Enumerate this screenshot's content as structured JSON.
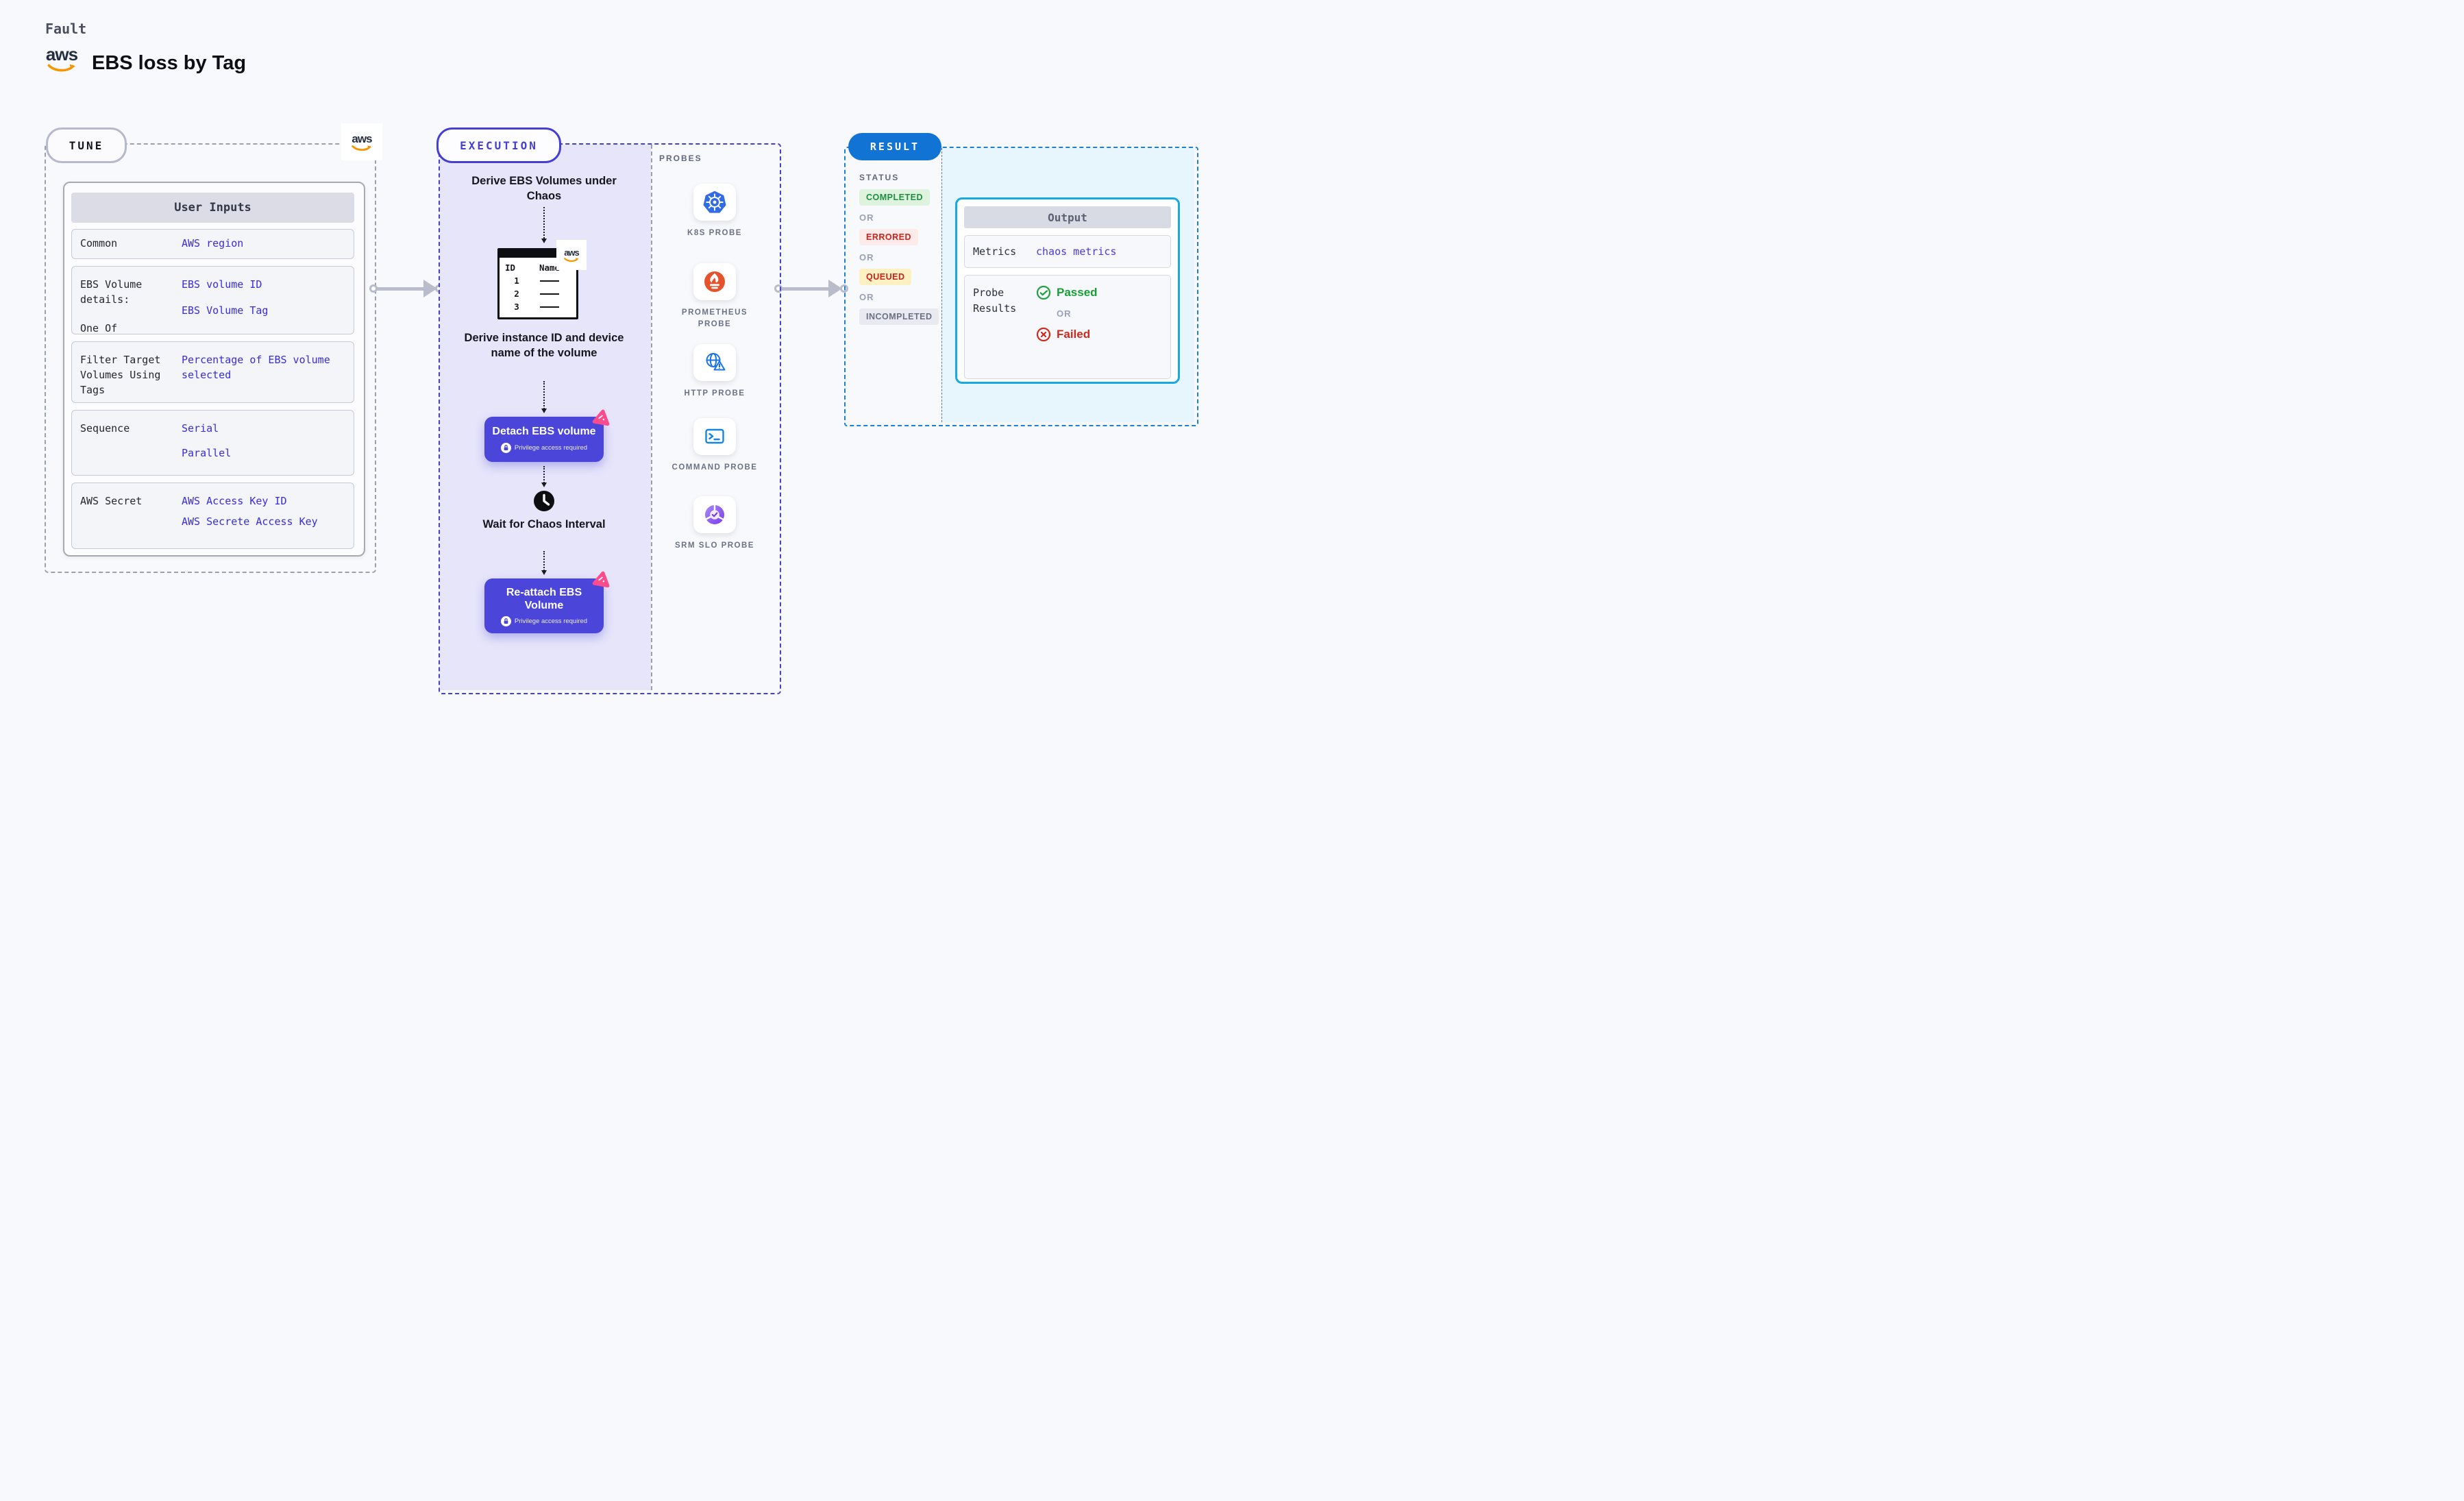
{
  "header": {
    "eyebrow": "Fault",
    "title": "EBS loss by Tag"
  },
  "logos": {
    "aws_text": "aws"
  },
  "labels": {
    "or": "OR"
  },
  "tune": {
    "pill": "TUNE",
    "user_inputs": {
      "title": "User Inputs",
      "rows": [
        {
          "label": "Common",
          "values": [
            "AWS region"
          ]
        },
        {
          "label": "EBS Volume details:",
          "sublabel": "One Of",
          "values": [
            "EBS volume ID",
            "EBS Volume Tag"
          ]
        },
        {
          "label": "Filter Target Volumes Using Tags",
          "values": [
            "Percentage of EBS volume selected"
          ]
        },
        {
          "label": "Sequence",
          "values": [
            "Serial",
            "Parallel"
          ]
        },
        {
          "label": "AWS Secret",
          "values": [
            "AWS Access Key ID",
            "AWS Secrete Access Key"
          ]
        }
      ]
    }
  },
  "execution": {
    "pill": "EXECUTION",
    "step_derive_volumes": "Derive EBS Volumes under Chaos",
    "aws_table": {
      "col_id": "ID",
      "col_name": "Name",
      "rows": [
        "1",
        "2",
        "3"
      ]
    },
    "step_derive_instance": "Derive instance ID and device name of the volume",
    "detach": {
      "title": "Detach EBS volume",
      "badge": "Privilege access required"
    },
    "wait_label": "Wait for Chaos Interval",
    "reattach": {
      "title": "Re-attach EBS Volume",
      "badge": "Privilege access required"
    }
  },
  "probes": {
    "label": "PROBES",
    "items": [
      {
        "name": "k8s-probe",
        "label": "K8S PROBE"
      },
      {
        "name": "prometheus-probe",
        "label": "PROMETHEUS PROBE"
      },
      {
        "name": "http-probe",
        "label": "HTTP PROBE"
      },
      {
        "name": "command-probe",
        "label": "COMMAND PROBE"
      },
      {
        "name": "srm-slo-probe",
        "label": "SRM SLO PROBE"
      }
    ]
  },
  "result": {
    "pill": "RESULT",
    "status": {
      "label": "STATUS",
      "badges": [
        {
          "label": "COMPLETED",
          "fg": "#1e8e3e",
          "bg": "#ddf3de"
        },
        {
          "label": "ERRORED",
          "fg": "#cc231d",
          "bg": "#fcebe9"
        },
        {
          "label": "QUEUED",
          "fg": "#c6231d",
          "bg": "#fdf0c2"
        },
        {
          "label": "INCOMPLETED",
          "fg": "#6b7183",
          "bg": "#e9eaf1"
        }
      ]
    },
    "output": {
      "title": "Output",
      "metrics_label": "Metrics",
      "metrics_value": "chaos metrics",
      "probe_results_label": "Probe Results",
      "passed": "Passed",
      "failed": "Failed"
    }
  },
  "colors": {
    "page_bg": "#f8f9fc",
    "execution_accent": "#4540d2",
    "execution_fill": "#e6e5fa",
    "result_accent": "#1b7fd6",
    "result_fill": "#e7f6fd",
    "button_purple": "#4b45d9",
    "value_blue": "#3a2be0",
    "chaos_pink": "#fb4d8d",
    "passed_green": "#17a035",
    "failed_red": "#d2281b",
    "output_border": "#16a9e2",
    "arrow_gray": "#b8bccb"
  }
}
